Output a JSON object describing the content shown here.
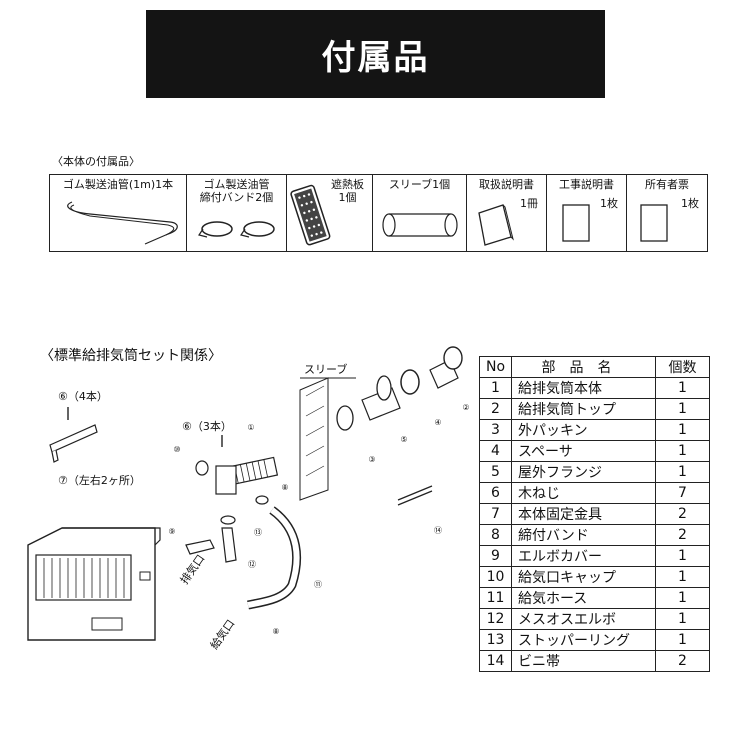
{
  "header": {
    "title": "付属品"
  },
  "accessories": {
    "caption": "〈本体の付属品〉",
    "items": [
      {
        "label": "ゴム製送油管(1m)1本",
        "sub": "",
        "icon": "oil-tube-icon"
      },
      {
        "label": "ゴム製送油管\n締付バンド2個",
        "sub": "",
        "icon": "hose-clamp-icon"
      },
      {
        "label": "遮熱板\n1個",
        "sub": "",
        "icon": "heat-shield-icon"
      },
      {
        "label": "スリーブ1個",
        "sub": "",
        "icon": "sleeve-icon"
      },
      {
        "label": "取扱説明書",
        "sub": "1冊",
        "icon": "manual-booklet-icon"
      },
      {
        "label": "工事説明書",
        "sub": "1枚",
        "icon": "document-sheet-icon"
      },
      {
        "label": "所有者票",
        "sub": "1枚",
        "icon": "document-sheet-icon"
      }
    ]
  },
  "diagram": {
    "caption": "〈標準給排気筒セット関係〉",
    "labels": {
      "screws4": "⑥（4本）",
      "screws3": "⑥（3本）",
      "bracket": "⑦（左右2ヶ所）",
      "sleeve": "スリーブ",
      "exhaust": "排気口",
      "intake": "給気口"
    },
    "callouts": [
      "①",
      "②",
      "③",
      "④",
      "⑤",
      "⑧",
      "⑧",
      "⑨",
      "⑩",
      "⑪",
      "⑫",
      "⑬",
      "⑭"
    ]
  },
  "parts_table": {
    "headers": {
      "no": "No",
      "name": "部品名",
      "qty": "個数"
    },
    "rows": [
      {
        "no": "1",
        "name": "給排気筒本体",
        "qty": "1"
      },
      {
        "no": "2",
        "name": "給排気筒トップ",
        "qty": "1"
      },
      {
        "no": "3",
        "name": "外パッキン",
        "qty": "1"
      },
      {
        "no": "4",
        "name": "スペーサ",
        "qty": "1"
      },
      {
        "no": "5",
        "name": "屋外フランジ",
        "qty": "1"
      },
      {
        "no": "6",
        "name": "木ねじ",
        "qty": "7"
      },
      {
        "no": "7",
        "name": "本体固定金具",
        "qty": "2"
      },
      {
        "no": "8",
        "name": "締付バンド",
        "qty": "2"
      },
      {
        "no": "9",
        "name": "エルボカバー",
        "qty": "1"
      },
      {
        "no": "10",
        "name": "給気口キャップ",
        "qty": "1"
      },
      {
        "no": "11",
        "name": "給気ホース",
        "qty": "1"
      },
      {
        "no": "12",
        "name": "メスオスエルボ",
        "qty": "1"
      },
      {
        "no": "13",
        "name": "ストッパーリング",
        "qty": "1"
      },
      {
        "no": "14",
        "name": "ビニ帯",
        "qty": "2"
      }
    ]
  }
}
